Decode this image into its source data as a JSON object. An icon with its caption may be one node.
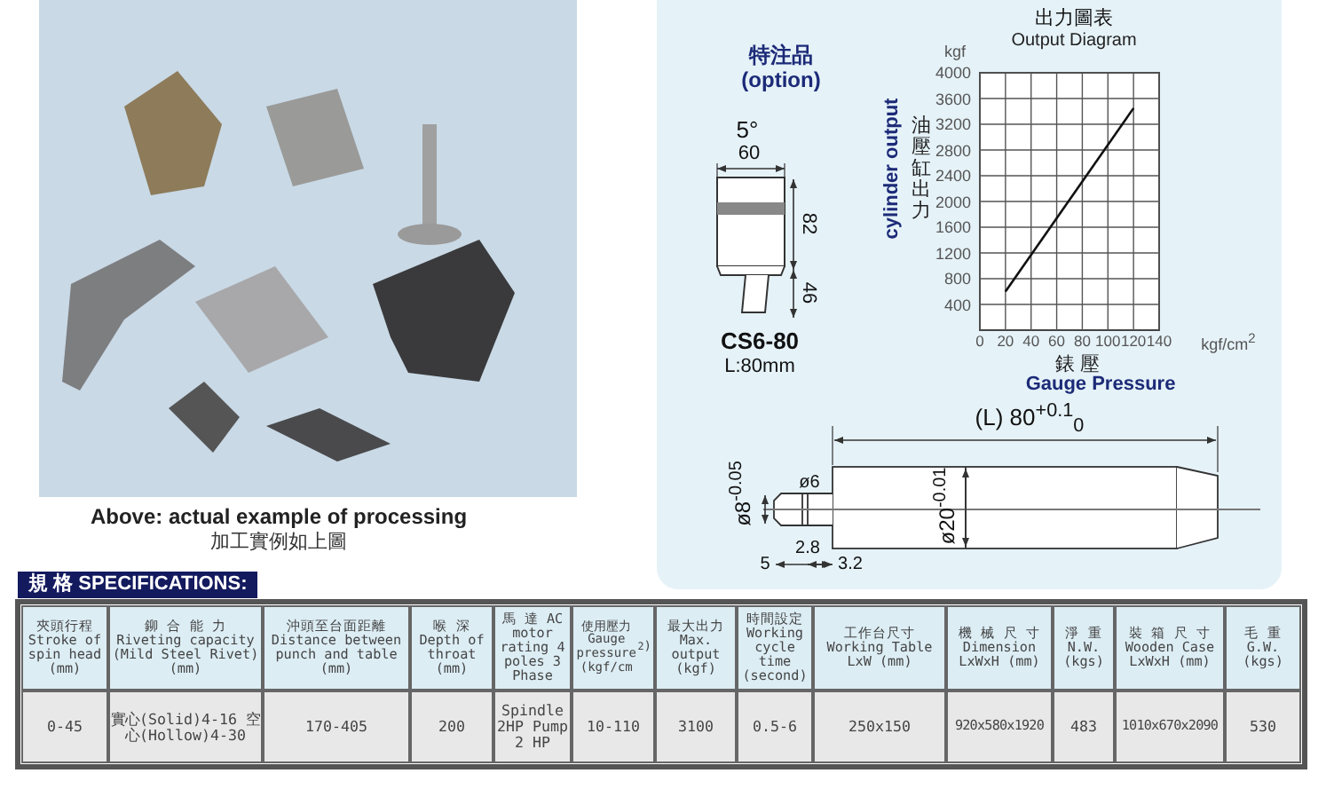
{
  "diagram": {
    "labels": [
      "Above: actual example of processing",
      "加工實例如上圖",
      "特注品 (option)",
      "5°",
      "60",
      "82",
      "46",
      "CS6-80",
      "L:80mm",
      "出力圖表",
      "kgf",
      "油壓缸出力",
      "kgf/cm$^{2}$",
      "錶 壓",
      "(L) 80$^{+0.1}$$_{0}$",
      "ø8$^{-0.05}$",
      "ø6",
      "ø20$^{-0.01}$",
      "2.8",
      "5",
      "3.2",
      "規 格 SPECIFICATIONS:",
      "夾頭行程 Stroke of spin head (mm)",
      "鉚 合 能 力 Riveting capacity (Mild Steel Rivet) (mm)",
      "沖頭至台面距離 Distance between punch and table (mm)",
      "喉 深 Depth of throat (mm)",
      "馬 達 AC motor rating 4 poles 3 Phase",
      "使用壓力 Gauge pressure (kgf/cm$^{2}$)",
      "最大出力 Max. output (kgf)",
      "時間設定 Working cycle time (second)",
      "工作台尺寸 Working Table LxW (mm)",
      "機 械 尺 寸 Dimension LxWxH (mm)",
      "淨 重 N.W. (kgs)",
      "裝 箱 尺 寸 Wooden Case LxWxH (mm)",
      "毛 重 G.W. (kgs)",
      "0-45",
      "實心(Solid)4-16 空心(Hollow)4-30",
      "170-405",
      "200",
      "Spindle 2HP Pump 2 HP",
      "10-110",
      "3100",
      "0.5-6",
      "250x150",
      "920x580x1920",
      "483",
      "1010x670x2090",
      "530"
    ],
    "chart_data": {
      "type": "line",
      "title": "Output Diagram",
      "xlabel": "Gauge Pressure",
      "ylabel": "cylinder output",
      "x": [
        20,
        120
      ],
      "series": [
        {
          "values": [
            600,
            3450
          ]
        }
      ],
      "grid": true,
      "xlim": [
        0,
        140
      ],
      "ylim": [
        0,
        4000
      ],
      "xticks": [
        0,
        20,
        40,
        60,
        80,
        100,
        120,
        140
      ],
      "yticks": [
        400,
        800,
        1200,
        1600,
        2000,
        2400,
        2800,
        3200,
        3600,
        4000
      ]
    }
  }
}
